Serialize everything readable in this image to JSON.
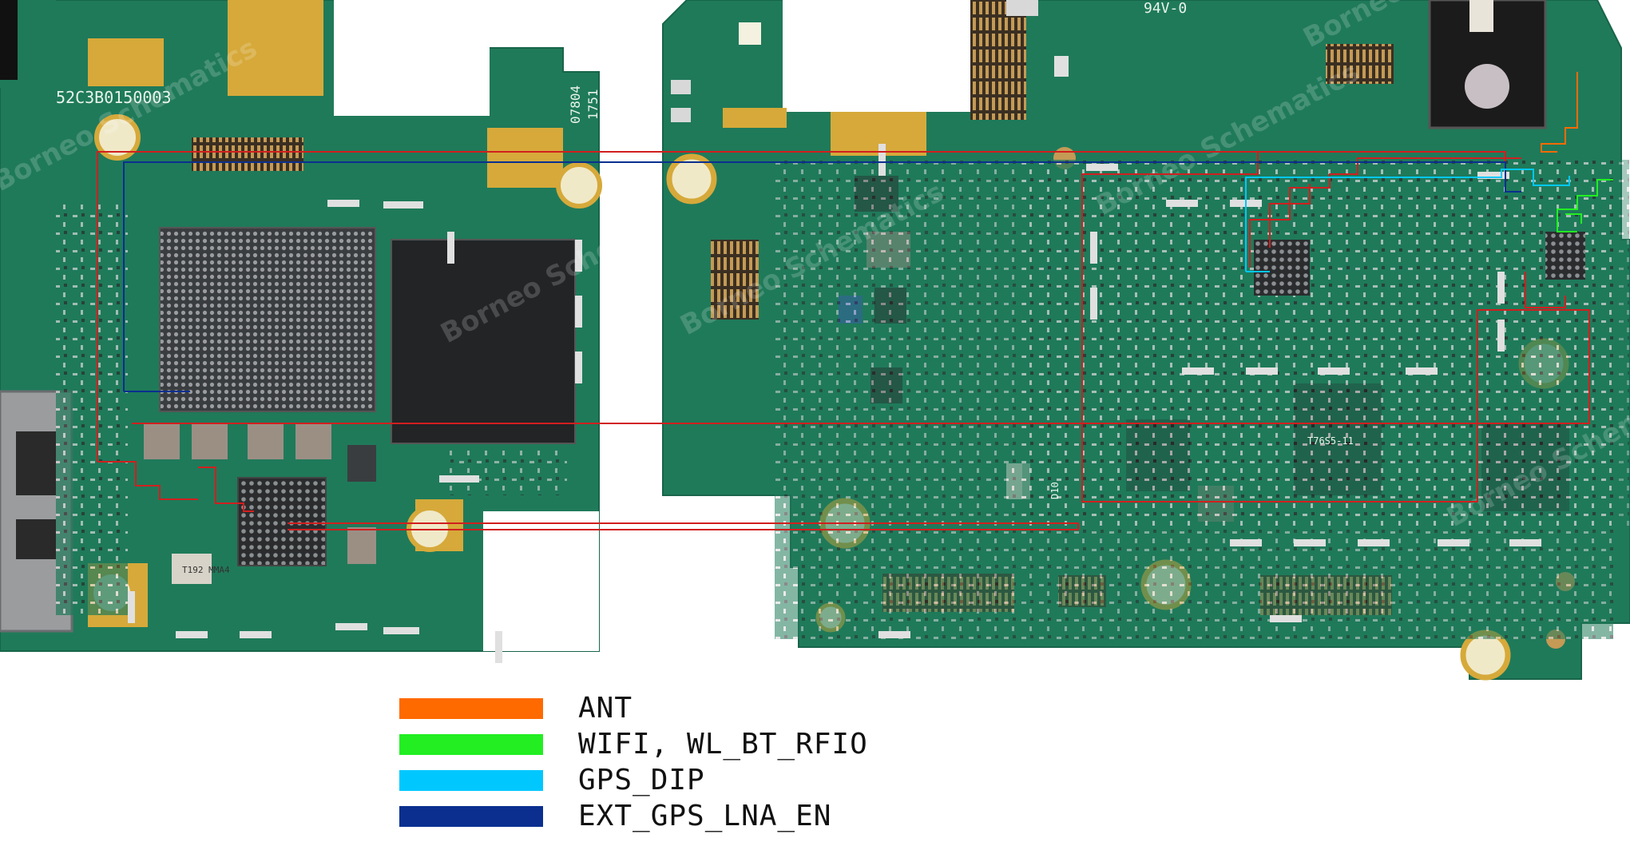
{
  "board": {
    "silkscreen": [
      "52C3B0150003",
      "07804",
      "1751",
      "94V-0",
      "T192 MMA4",
      "T76S5-11",
      "D10"
    ],
    "watermark": "Borneo Schematics",
    "pcb_color": "#1f7a5a",
    "signal_colors": {
      "power_trace": "#d11f1f",
      "ant": "#ff6a00",
      "wifi": "#22ee22",
      "gps_dip": "#00c8ff",
      "ext_gps_lna_en": "#0a2f8f"
    }
  },
  "legend": {
    "items": [
      {
        "label": "ANT",
        "color": "#ff6a00"
      },
      {
        "label": "WIFI, WL_BT_RFIO",
        "color": "#22ee22"
      },
      {
        "label": "GPS_DIP",
        "color": "#00c8ff"
      },
      {
        "label": "EXT_GPS_LNA_EN",
        "color": "#0a2f8f"
      }
    ]
  }
}
